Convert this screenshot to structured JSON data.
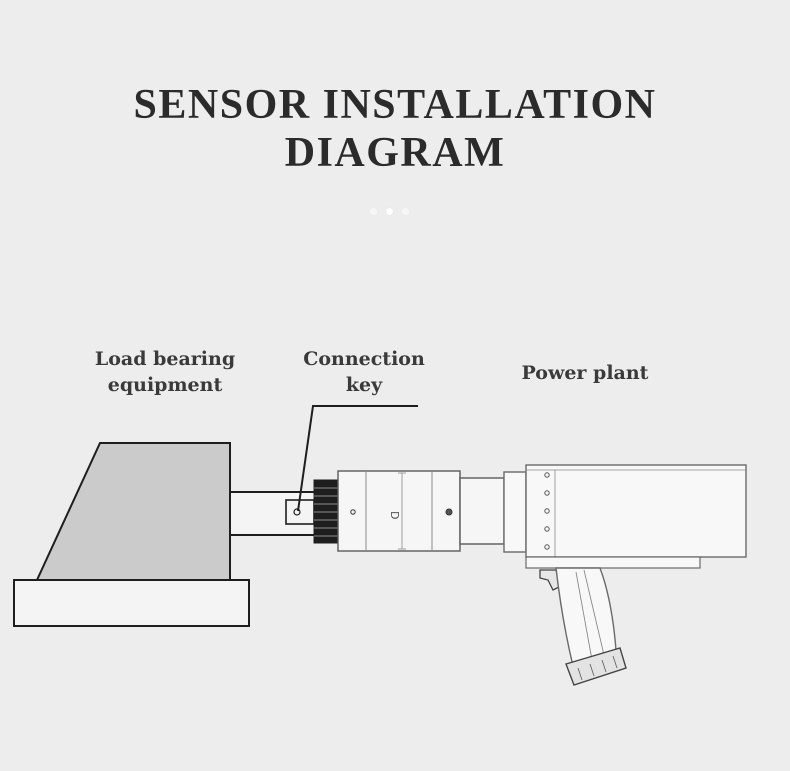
{
  "header": {
    "title_line1": "SENSOR INSTALLATION",
    "title_line2": "DIAGRAM"
  },
  "carousel": {
    "dot_count": 3,
    "active_index": 1
  },
  "labels": {
    "load_line1": "Load bearing",
    "load_line2": "equipment",
    "key_line1": "Connection",
    "key_line2": "key",
    "power": "Power plant"
  },
  "sensor_marking": "D",
  "colors": {
    "background": "#ededee",
    "title": "#2b2b2b",
    "block_fill": "#cbcbcb",
    "outline": "#1e1e1e",
    "tool_line": "#6a6a6a"
  }
}
